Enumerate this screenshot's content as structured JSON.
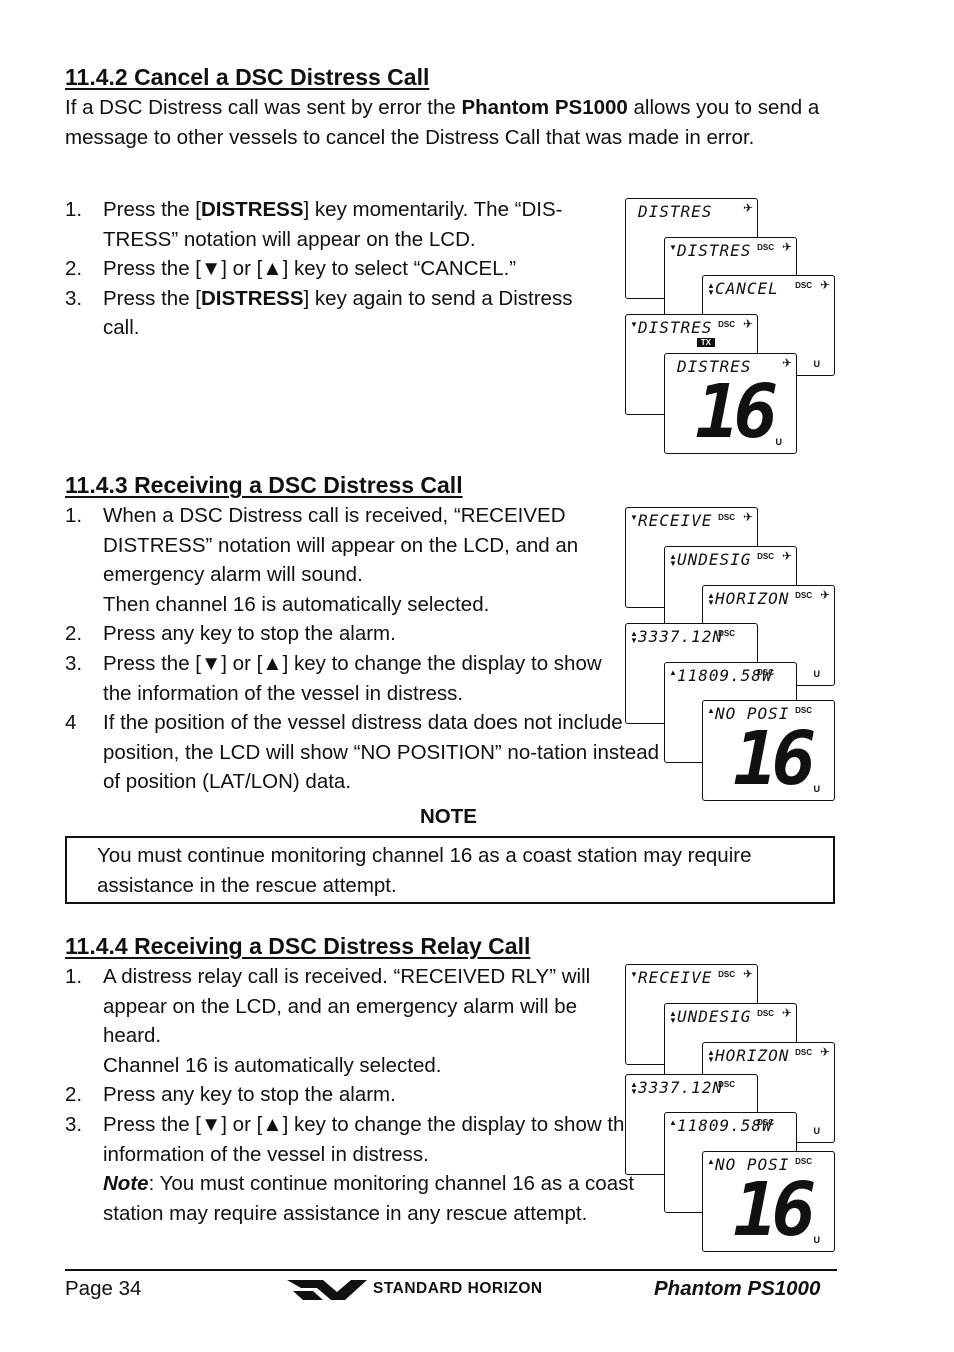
{
  "s1": {
    "heading": "11.4.2  Cancel a DSC Distress Call",
    "intro_a": "If a DSC Distress call was sent by error the ",
    "intro_b": "Phantom PS1000",
    "intro_c": " allows you to send a message to other vessels to cancel the Distress Call that was made in error.",
    "steps": [
      {
        "n": "1.",
        "a": "Press the [",
        "b": "DISTRESS",
        "c": "] key momentarily. The “DIS-TRESS” notation will appear on the LCD."
      },
      {
        "n": "2.",
        "a": "Press the [▼] or [▲] key to select “CANCEL.”",
        "b": "",
        "c": ""
      },
      {
        "n": "3.",
        "a": "Press the [",
        "b": "DISTRESS",
        "c": "] key again to send a Distress call."
      }
    ],
    "lcds": [
      {
        "text": "DISTRES",
        "dsc": "",
        "big": "",
        "u": "",
        "tx": ""
      },
      {
        "text": "DISTRES",
        "dsc": "DSC",
        "big": "",
        "u": "",
        "tx": ""
      },
      {
        "text": "CANCEL",
        "dsc": "DSC",
        "big": "",
        "u": "U",
        "tx": ""
      },
      {
        "text": "DISTRES",
        "dsc": "DSC",
        "big": "",
        "u": "",
        "tx": "TX"
      },
      {
        "text": "DISTRES",
        "dsc": "",
        "big": "16",
        "u": "U",
        "tx": ""
      }
    ]
  },
  "s2": {
    "heading": "11.4.3  Receiving a DSC Distress Call",
    "steps": [
      {
        "n": "1.",
        "a": "When a DSC Distress call is received, “RECEIVED DISTRESS” notation will appear on the LCD, and an emergency alarm will sound.",
        "b": "Then channel 16 is automatically selected."
      },
      {
        "n": "2.",
        "a": "Press any key to stop the alarm.",
        "b": ""
      },
      {
        "n": "3.",
        "a": "Press the [▼] or [▲] key to change the display to show the  information of the vessel in distress.",
        "b": ""
      },
      {
        "n": "4",
        "a": "If the position of the vessel distress data does not include position, the LCD will show “NO POSITION” no-tation instead of position (LAT/LON) data.",
        "b": ""
      }
    ],
    "lcds": [
      {
        "text": "RECEIVE",
        "dsc": "DSC",
        "big": "",
        "u": ""
      },
      {
        "text": "UNDESIG",
        "dsc": "DSC",
        "big": "",
        "u": ""
      },
      {
        "text": "HORIZON",
        "dsc": "DSC",
        "big": "",
        "u": "U"
      },
      {
        "text": "3337.12N",
        "dsc": "DSC",
        "big": "",
        "u": ""
      },
      {
        "text": "11809.58W",
        "dsc": "DSC",
        "big": "",
        "u": ""
      },
      {
        "text": "NO POSI",
        "dsc": "DSC",
        "big": "16",
        "u": "U"
      }
    ]
  },
  "note": {
    "title": "NOTE",
    "text": "You must continue monitoring channel 16 as a coast station may require assistance in the rescue attempt."
  },
  "s3": {
    "heading": "11.4.4  Receiving a DSC Distress Relay Call",
    "steps": [
      {
        "n": "1.",
        "a": "A distress relay call is received. “RECEIVED RLY” will appear on the LCD, and an emergency alarm will be heard.",
        "b": "Channel 16 is automatically selected."
      },
      {
        "n": "2.",
        "a": "Press any key to stop the alarm.",
        "b": ""
      },
      {
        "n": "3.",
        "a": "Press the [▼] or [▲] key to change the display to show the  information of the vessel in distress.",
        "b": ""
      }
    ],
    "note_label": "Note",
    "note_text": ": You must continue monitoring channel 16 as a coast station may require assistance in any rescue attempt.",
    "lcds": [
      {
        "text": "RECEIVE",
        "dsc": "DSC",
        "big": "",
        "u": ""
      },
      {
        "text": "UNDESIG",
        "dsc": "DSC",
        "big": "",
        "u": ""
      },
      {
        "text": "HORIZON",
        "dsc": "DSC",
        "big": "",
        "u": "U"
      },
      {
        "text": "3337.12N",
        "dsc": "DSC",
        "big": "",
        "u": ""
      },
      {
        "text": "11809.58W",
        "dsc": "DSC",
        "big": "",
        "u": ""
      },
      {
        "text": "NO POSI",
        "dsc": "DSC",
        "big": "16",
        "u": "U"
      }
    ]
  },
  "footer": {
    "page": "Page 34",
    "brand": "STANDARD HORIZON",
    "product": "Phantom PS1000"
  }
}
